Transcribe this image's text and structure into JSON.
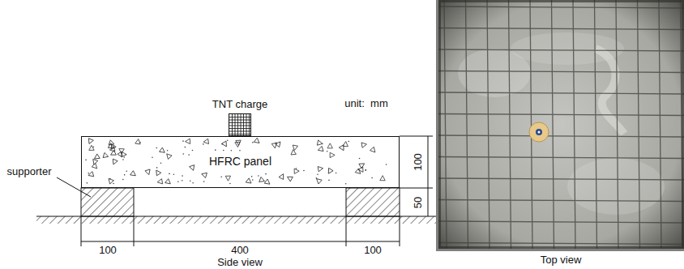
{
  "diagram": {
    "nodes": [
      {
        "text": [
          "TNT charge"
        ]
      },
      {
        "text": [
          "HFRC panel"
        ]
      }
    ],
    "labels": [
      "unit:  mm",
      "supporter",
      "100",
      "50",
      "100",
      "400",
      "100",
      "Side view",
      "Top view"
    ]
  }
}
